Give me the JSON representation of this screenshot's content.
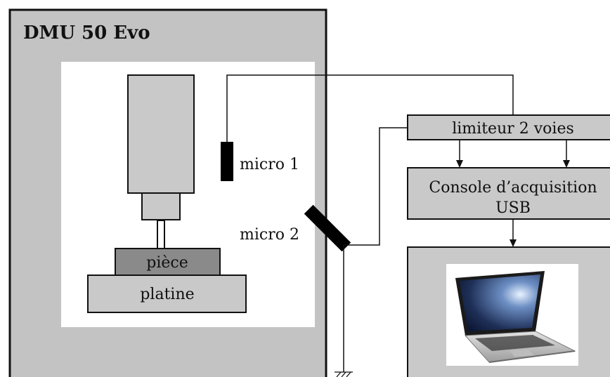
{
  "machine": {
    "title": "DMU 50 Evo"
  },
  "labels": {
    "piece": "pièce",
    "platine": "platine",
    "micro1": "micro 1",
    "micro2": "micro 2",
    "limiter": "limiteur 2 voies",
    "console_line1": "Console d’acquisition",
    "console_line2": "USB"
  },
  "icons": {
    "computer": "laptop-icon"
  },
  "colors": {
    "machine_fill": "#c3c3c3",
    "inner_fill": "#ffffff",
    "box_fill": "#c9c9c9",
    "piece_fill": "#8a8a8a",
    "micro_fill": "#000000",
    "stroke": "#111111"
  }
}
